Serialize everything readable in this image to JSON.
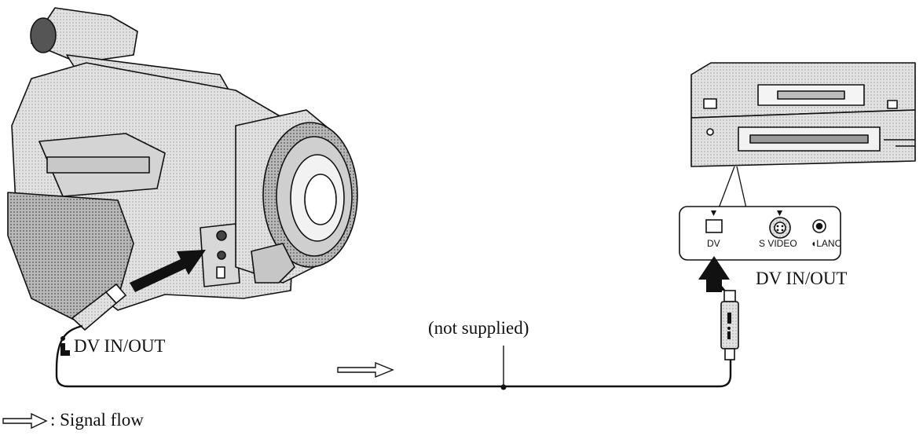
{
  "labels": {
    "camcorder_port": "DV IN/OUT",
    "deck_port": "DV IN/OUT",
    "cable_note": "(not supplied)",
    "legend_text": ": Signal flow"
  },
  "panel": {
    "dv_jack": "DV",
    "svideo_jack": "S VIDEO",
    "lanc_jack": "LANC"
  },
  "colors": {
    "line": "#111111",
    "device_fill": "#e6e6e6",
    "device_shade": "#bdbdbd",
    "panel_fill": "#ffffff"
  },
  "icons": [
    "camcorder-icon",
    "vcr-deck-icon",
    "i-link-icon",
    "signal-flow-arrow-icon"
  ]
}
